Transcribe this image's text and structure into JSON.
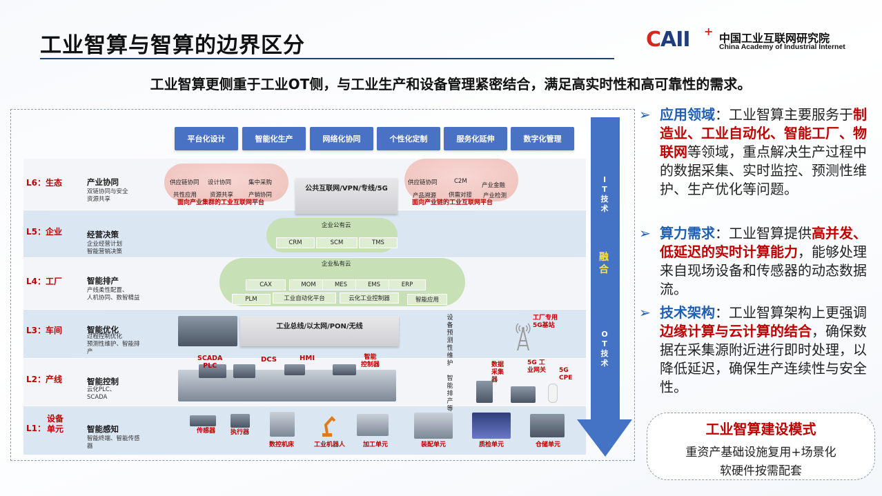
{
  "header": {
    "title": "工业智算与智算的边界区分",
    "logo_mark": "CAII",
    "logo_plus": "+",
    "logo_cn": "中国工业互联网研究院",
    "logo_en": "China Academy of Industrial Internet"
  },
  "subtitle": "工业智算更侧重于工业OT侧，与工业生产和设备管理紧密结合，满足高实时性和高可靠性的需求。",
  "services": [
    "平台化设计",
    "智能化生产",
    "网络化协同",
    "个性化定制",
    "服务化延伸",
    "数字化管理"
  ],
  "levels": [
    {
      "id": "L6：",
      "name": "生态",
      "title": "产业协同",
      "desc": [
        "双链协同与安全",
        "资源共享"
      ]
    },
    {
      "id": "L5：",
      "name": "企业",
      "title": "经营决策",
      "desc": [
        "企业经营计划",
        "智能营销决策"
      ]
    },
    {
      "id": "L4：",
      "name": "工厂",
      "title": "智能排产",
      "desc": [
        "产线柔性配置、",
        "人机协同、数智精益"
      ]
    },
    {
      "id": "L3：",
      "name": "车间",
      "title": "智能优化",
      "desc": [
        "过程控制优化",
        "预测性维护、智能排",
        "产"
      ]
    },
    {
      "id": "L2：",
      "name": "产线",
      "title": "智能控制",
      "desc": [
        "云化PLC、",
        "SCADA"
      ]
    },
    {
      "id": "L1：",
      "name": "设备\n单元",
      "title": "智能感知",
      "desc": [
        "智能终端、智能传感",
        "器"
      ]
    }
  ],
  "l6": {
    "left_cloud": [
      "供应链协同",
      "设计协同",
      "集中采购",
      "共性应用",
      "资源共享",
      "产销协同"
    ],
    "left_label": "面向产业集群的工业互联网平台",
    "center": "公共互联网/VPN/专线/5G",
    "right_cloud": [
      "供应链协同",
      "C2M",
      "产业金融",
      "产品溯源",
      "供需对接",
      "产业检测"
    ],
    "right_label": "面向产业链的工业互联网平台"
  },
  "l5": {
    "cloud": "企业公有云",
    "items": [
      "CRM",
      "SCM",
      "TMS"
    ]
  },
  "l4": {
    "cloud": "企业私有云",
    "row1": [
      "CAX",
      "MOM",
      "MES",
      "EMS",
      "ERP"
    ],
    "row2": [
      "PLM",
      "工业自动化平台",
      "云化工业控制器",
      "智能应用"
    ]
  },
  "l3": {
    "network": "工业总线/以太网/PON/无线",
    "station": "工厂专用\n5G基站"
  },
  "l2": {
    "labels": [
      "SCADA\nPLC",
      "DCS",
      "HMI",
      "智能\n控制器"
    ],
    "devices": [
      "数据\n采集\n器",
      "5G 工\n业网关",
      "5G\nCPE"
    ]
  },
  "l1": {
    "devices": [
      "传感器",
      "执行器",
      "数控机床",
      "工业机器人",
      "加工单元",
      "装配单元",
      "质检单元",
      "仓储单元"
    ]
  },
  "vertical_notes": {
    "col1": "设备预测性维护",
    "col2": "智能排产等"
  },
  "arrow": {
    "top": "IT技术",
    "middle": "融合",
    "bottom": "OT技术"
  },
  "bullets": [
    {
      "head": "应用领域",
      "parts": [
        {
          "t": "：工业智算主要服务于",
          "s": "n"
        },
        {
          "t": "制造业、工业自动化、智能工厂、物联网",
          "s": "r"
        },
        {
          "t": "等领域，重点解决生产过程中的数据采集、实时监控、预测性维护、生产优化等问题。",
          "s": "n"
        }
      ]
    },
    {
      "head": "算力需求",
      "parts": [
        {
          "t": "：工业智算提供",
          "s": "n"
        },
        {
          "t": "高并发、低延迟的实时计算能力",
          "s": "r"
        },
        {
          "t": "，能够处理来自现场设备和传感器的动态数据流。",
          "s": "n"
        }
      ]
    },
    {
      "head": "技术架构",
      "parts": [
        {
          "t": "：工业智算架构上更强调",
          "s": "n"
        },
        {
          "t": "边缘计算与云计算的结合",
          "s": "r"
        },
        {
          "t": "，确保数据在采集源附近进行即时处理，以降低延迟，确保生产连续性与安全性。",
          "s": "n"
        }
      ]
    }
  ],
  "mode": {
    "title": "工业智算建设模式",
    "line1": "重资产基础设施复用+场景化",
    "line2": "软硬件按需配套"
  },
  "colors": {
    "navy": "#1c3f7a",
    "accent_blue": "#1f5fb3",
    "red": "#c00000",
    "service_blue": "#4a72c4",
    "arrow_blue": "#4472c4"
  }
}
